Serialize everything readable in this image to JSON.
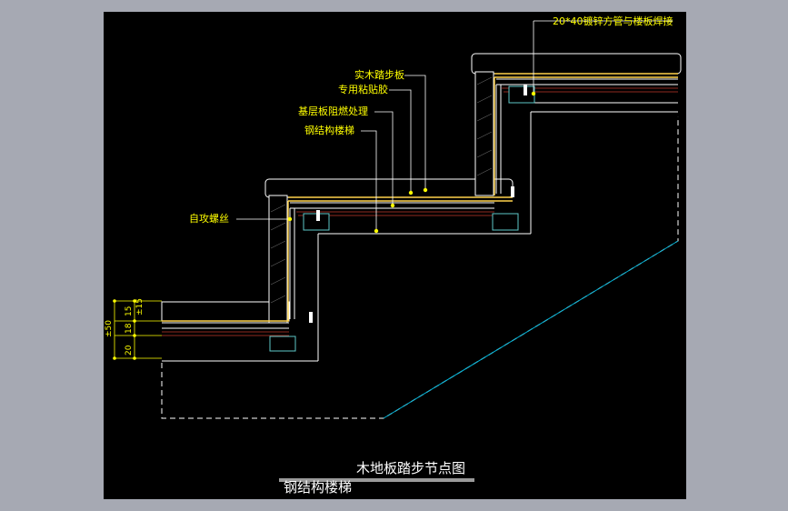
{
  "labels": {
    "pipe": "20*40镀锌方管与楼板焊接",
    "solid_wood": "实木踏步板",
    "adhesive": "专用粘贴胶",
    "base_board": "基层板阻燃处理",
    "steel_stair": "钢结构楼梯",
    "screw": "自攻螺丝"
  },
  "dims": {
    "total": "±50",
    "d1": "15",
    "d2": "±15",
    "d3": "18",
    "d4": "20"
  },
  "title": {
    "main": "木地板踏步节点图",
    "sub": "钢结构楼梯"
  },
  "colors": {
    "background": "#000000",
    "annotation": "#ffff00",
    "structure": "#ffffff",
    "wood": "#ffd24a",
    "cut_line": "#00b4d8"
  }
}
